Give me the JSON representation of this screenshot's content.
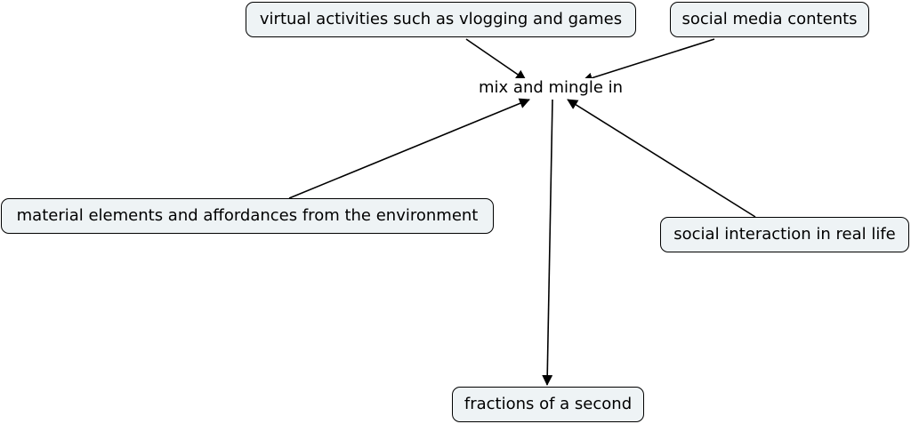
{
  "diagram": {
    "linking_phrase": "mix and mingle in",
    "concepts": {
      "virtual_activities": "virtual activities such as vlogging and games",
      "social_media": "social media contents",
      "material_elements": "material elements and affordances from the environment",
      "real_life": "social interaction in real life",
      "fractions": "fractions of a second"
    },
    "connections": [
      {
        "from": "virtual activities such as vlogging and games",
        "to": "mix and mingle in"
      },
      {
        "from": "social media contents",
        "to": "mix and mingle in"
      },
      {
        "from": "material elements and affordances from the environment",
        "to": "mix and mingle in"
      },
      {
        "from": "social interaction in real life",
        "to": "mix and mingle in"
      },
      {
        "from": "mix and mingle in",
        "to": "fractions of a second"
      }
    ],
    "colors": {
      "node_fill": "#eef3f5",
      "stroke": "#000000"
    }
  }
}
